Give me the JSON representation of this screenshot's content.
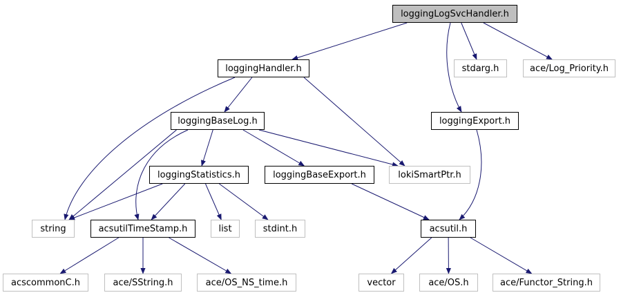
{
  "colors": {
    "edge": "#191970",
    "local_border": "#000000",
    "external_border": "#bfbfbf",
    "root_fill": "#bfbfbf"
  },
  "nodes": [
    {
      "id": "n_root",
      "label": "loggingLogSvcHandler.h",
      "kind": "root"
    },
    {
      "id": "n_handler",
      "label": "loggingHandler.h",
      "kind": "local"
    },
    {
      "id": "n_stdarg",
      "label": "stdarg.h",
      "kind": "external"
    },
    {
      "id": "n_logpriority",
      "label": "ace/Log_Priority.h",
      "kind": "external"
    },
    {
      "id": "n_baselog",
      "label": "loggingBaseLog.h",
      "kind": "local"
    },
    {
      "id": "n_export",
      "label": "loggingExport.h",
      "kind": "local"
    },
    {
      "id": "n_statistics",
      "label": "loggingStatistics.h",
      "kind": "local"
    },
    {
      "id": "n_baseexport",
      "label": "loggingBaseExport.h",
      "kind": "local"
    },
    {
      "id": "n_loki",
      "label": "lokiSmartPtr.h",
      "kind": "external"
    },
    {
      "id": "n_string",
      "label": "string",
      "kind": "external"
    },
    {
      "id": "n_timestamp",
      "label": "acsutilTimeStamp.h",
      "kind": "local"
    },
    {
      "id": "n_list",
      "label": "list",
      "kind": "external"
    },
    {
      "id": "n_stdint",
      "label": "stdint.h",
      "kind": "external"
    },
    {
      "id": "n_acsutil",
      "label": "acsutil.h",
      "kind": "local"
    },
    {
      "id": "n_acscommonc",
      "label": "acscommonC.h",
      "kind": "external"
    },
    {
      "id": "n_sstring",
      "label": "ace/SString.h",
      "kind": "external"
    },
    {
      "id": "n_osnstime",
      "label": "ace/OS_NS_time.h",
      "kind": "external"
    },
    {
      "id": "n_vector",
      "label": "vector",
      "kind": "external"
    },
    {
      "id": "n_aceos",
      "label": "ace/OS.h",
      "kind": "external"
    },
    {
      "id": "n_functorstring",
      "label": "ace/Functor_String.h",
      "kind": "external"
    }
  ],
  "edges": [
    [
      "n_root",
      "n_handler"
    ],
    [
      "n_root",
      "n_stdarg"
    ],
    [
      "n_root",
      "n_logpriority"
    ],
    [
      "n_root",
      "n_export"
    ],
    [
      "n_handler",
      "n_baselog"
    ],
    [
      "n_handler",
      "n_string"
    ],
    [
      "n_handler",
      "n_loki"
    ],
    [
      "n_baselog",
      "n_statistics"
    ],
    [
      "n_baselog",
      "n_baseexport"
    ],
    [
      "n_baselog",
      "n_loki"
    ],
    [
      "n_baselog",
      "n_string"
    ],
    [
      "n_baselog",
      "n_timestamp"
    ],
    [
      "n_statistics",
      "n_string"
    ],
    [
      "n_statistics",
      "n_timestamp"
    ],
    [
      "n_statistics",
      "n_list"
    ],
    [
      "n_statistics",
      "n_stdint"
    ],
    [
      "n_baseexport",
      "n_acsutil"
    ],
    [
      "n_export",
      "n_acsutil"
    ],
    [
      "n_timestamp",
      "n_acscommonc"
    ],
    [
      "n_timestamp",
      "n_sstring"
    ],
    [
      "n_timestamp",
      "n_osnstime"
    ],
    [
      "n_acsutil",
      "n_vector"
    ],
    [
      "n_acsutil",
      "n_aceos"
    ],
    [
      "n_acsutil",
      "n_functorstring"
    ]
  ]
}
